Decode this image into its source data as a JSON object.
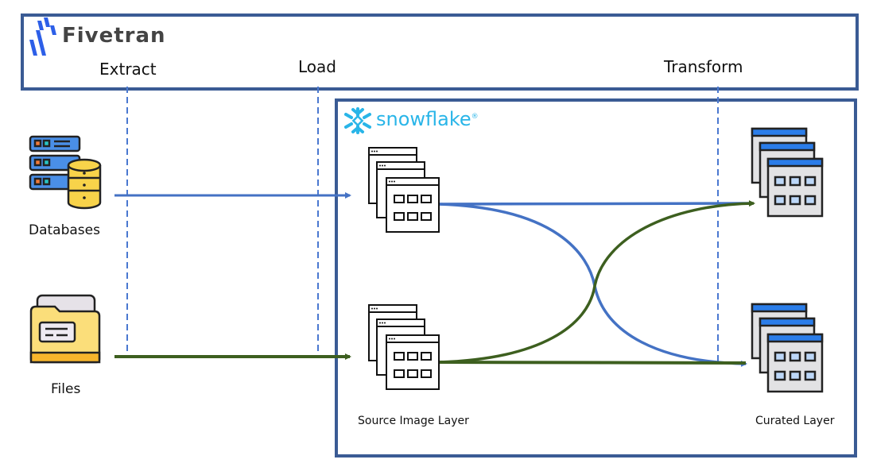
{
  "fivetran": {
    "brand": "Fivetran",
    "logo_icon": "fivetran-logo-icon",
    "stages": {
      "extract": "Extract",
      "load": "Load",
      "transform": "Transform"
    }
  },
  "snowflake": {
    "brand": "snowflake",
    "registered": "®",
    "logo_icon": "snowflake-logo-icon",
    "layers": {
      "source": "Source Image Layer",
      "curated": "Curated Layer"
    }
  },
  "sources": [
    {
      "label": "Databases",
      "icon": "database-server-icon"
    },
    {
      "label": "Files",
      "icon": "folder-icon"
    }
  ],
  "colors": {
    "frame": "#3a5b94",
    "blue_flow": "#4472c4",
    "green_flow": "#3d5f1f",
    "dashed": "#4a78d0",
    "snowflake": "#29b5e8",
    "fivetran_logo": "#2d5fe8"
  }
}
